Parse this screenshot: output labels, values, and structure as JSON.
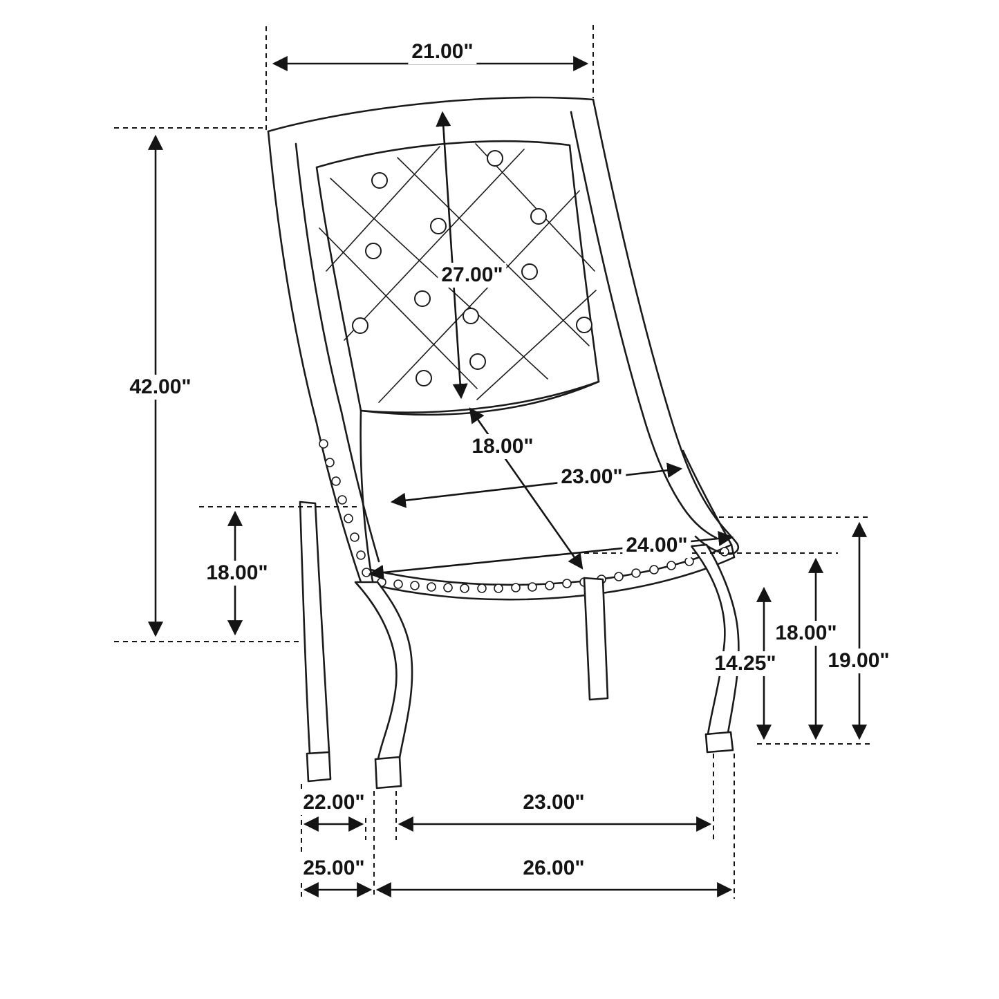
{
  "diagram": {
    "type": "furniture-dimension-diagram",
    "subject": "tufted-wingback-dining-chair",
    "background": "#ffffff",
    "line_color": "#1a1a1a",
    "labels": {
      "top_width": "21.00\"",
      "overall_height": "42.00\"",
      "back_height": "27.00\"",
      "seat_diagonal": "18.00\"",
      "seat_width_back": "23.00\"",
      "seat_width_front": "24.00\"",
      "seat_height": "18.00\"",
      "arm_height": "18.00\"",
      "front_height": "19.00\"",
      "leg_height": "14.25\"",
      "front_leg_spacing": "22.00\"",
      "leg_span": "23.00\"",
      "base_depth": "25.00\"",
      "overall_depth": "26.00\""
    }
  }
}
